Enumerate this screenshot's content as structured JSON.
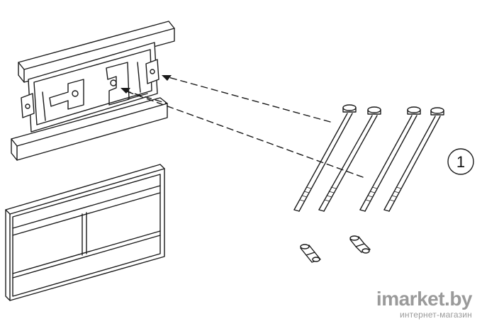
{
  "diagram": {
    "callout_number": "1"
  },
  "watermark": {
    "brand": "imarket.by",
    "subtitle": "интернет-магазин"
  },
  "parts": {
    "long_bolts": 4,
    "short_fittings": 2
  },
  "colors": {
    "line": "#1a1a1a",
    "panel": "#ffffff",
    "watermark": "#9a9a9a"
  }
}
